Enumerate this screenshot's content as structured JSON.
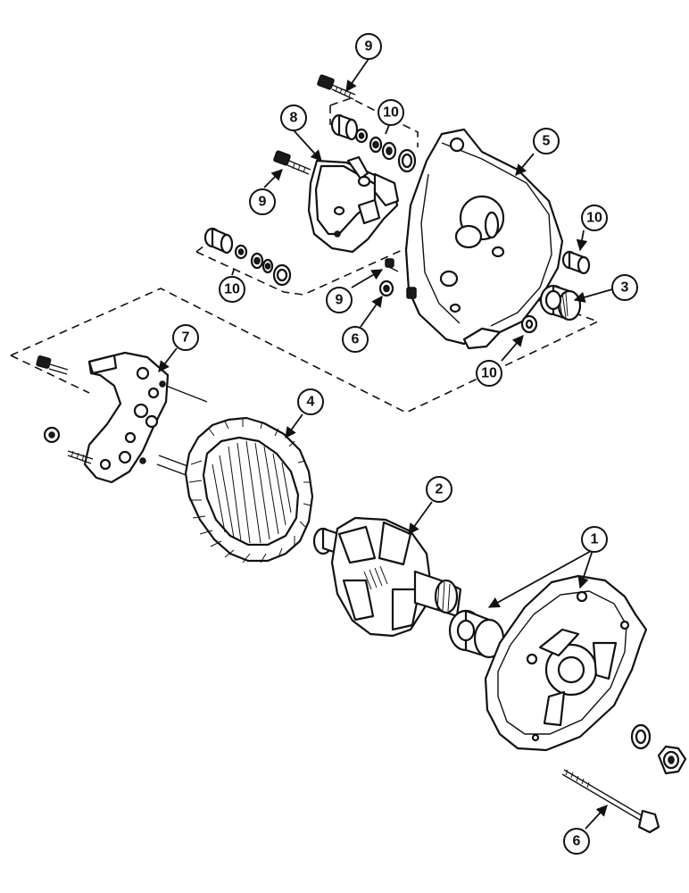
{
  "callouts": {
    "c1": "1",
    "c2": "2",
    "c3": "3",
    "c4": "4",
    "c5": "5",
    "c6a": "6",
    "c6b": "6",
    "c7": "7",
    "c8": "8",
    "c9a": "9",
    "c9b": "9",
    "c9c": "9",
    "c10a": "10",
    "c10b": "10",
    "c10c": "10",
    "c10d": "10"
  }
}
